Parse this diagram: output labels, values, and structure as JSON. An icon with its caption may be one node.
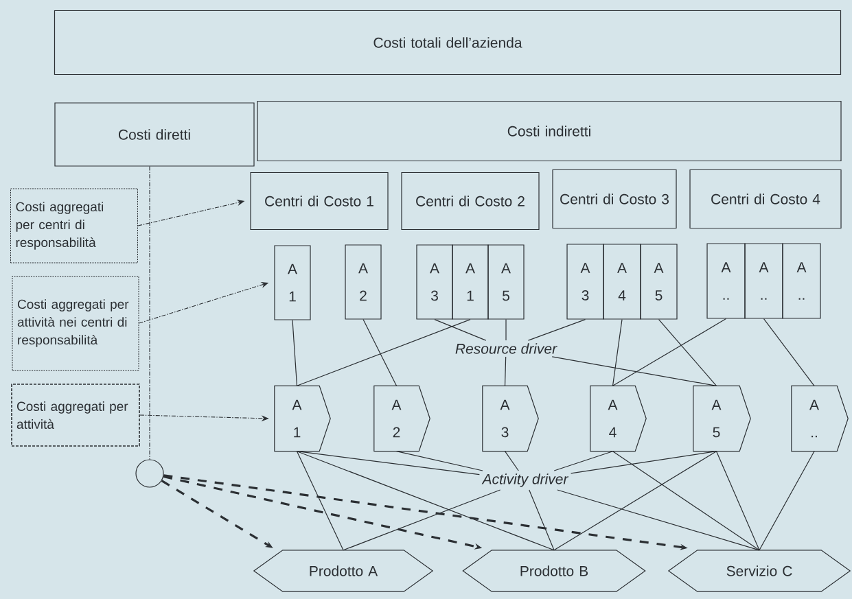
{
  "diagram": {
    "nodes": [
      {
        "text": [
          "Costi totali dell’azienda"
        ]
      },
      {
        "text": [
          "Costi diretti"
        ]
      },
      {
        "text": [
          "Costi indiretti"
        ]
      },
      {
        "text": [
          "Centri di Costo 1"
        ]
      },
      {
        "text": [
          "Centri di Costo 2"
        ]
      },
      {
        "text": [
          "Centri di Costo 3"
        ]
      },
      {
        "text": [
          "Centri di Costo 4"
        ]
      },
      {
        "text": [
          "A 1"
        ]
      },
      {
        "text": [
          "A 2"
        ]
      },
      {
        "text": [
          "A 3"
        ]
      },
      {
        "text": [
          "A 1"
        ]
      },
      {
        "text": [
          "A 5"
        ]
      },
      {
        "text": [
          "A 3"
        ]
      },
      {
        "text": [
          "A 4"
        ]
      },
      {
        "text": [
          "A 5"
        ]
      },
      {
        "text": [
          "A .."
        ]
      },
      {
        "text": [
          "A .."
        ]
      },
      {
        "text": [
          "A .."
        ]
      },
      {
        "text": [
          "A 1"
        ]
      },
      {
        "text": [
          "A 2"
        ]
      },
      {
        "text": [
          "A 3"
        ]
      },
      {
        "text": [
          "A 4"
        ]
      },
      {
        "text": [
          "A 5"
        ]
      },
      {
        "text": [
          "A .."
        ]
      },
      {
        "text": [
          "Prodotto A"
        ]
      },
      {
        "text": [
          "Prodotto B"
        ]
      },
      {
        "text": [
          "Servizio C"
        ]
      },
      {
        "text": [
          "Costi aggregati per centri di responsabilità"
        ]
      },
      {
        "text": [
          "Costi aggregati per attività nei centri di responsabilità"
        ]
      },
      {
        "text": [
          "Costi aggregati per attività"
        ]
      },
      {
        "text": [],
        "shape": "circle"
      },
      {
        "text": [
          "Resource driver"
        ]
      },
      {
        "text": [
          "Activity driver"
        ]
      }
    ],
    "edges": [
      {
        "from": 27,
        "to": 3,
        "arrow": "to",
        "style": "dashed"
      },
      {
        "from": 28,
        "to": 7,
        "arrow": "to",
        "style": "dashed"
      },
      {
        "from": 29,
        "to": 18,
        "arrow": "to",
        "style": "dashed"
      },
      {
        "from": 1,
        "to": 30,
        "arrow": "none",
        "style": "dashed"
      },
      {
        "from": 30,
        "to": 24,
        "arrow": "to",
        "style": "dashed"
      },
      {
        "from": 30,
        "to": 25,
        "arrow": "to",
        "style": "dashed"
      },
      {
        "from": 30,
        "to": 26,
        "arrow": "to",
        "style": "dashed"
      },
      {
        "from": 7,
        "to": 18,
        "arrow": "none"
      },
      {
        "from": 8,
        "to": 19,
        "arrow": "none"
      },
      {
        "from": 10,
        "to": 18,
        "arrow": "none"
      },
      {
        "from": 9,
        "to": 31,
        "arrow": "none"
      },
      {
        "from": 11,
        "to": 31,
        "arrow": "none"
      },
      {
        "from": 12,
        "to": 31,
        "arrow": "none"
      },
      {
        "from": 31,
        "to": 20,
        "arrow": "none"
      },
      {
        "from": 31,
        "to": 22,
        "arrow": "none"
      },
      {
        "from": 13,
        "to": 21,
        "arrow": "none"
      },
      {
        "from": 14,
        "to": 22,
        "arrow": "none"
      },
      {
        "from": 15,
        "to": 21,
        "arrow": "none"
      },
      {
        "from": 16,
        "to": 23,
        "arrow": "none"
      },
      {
        "from": 18,
        "to": 24,
        "arrow": "none"
      },
      {
        "from": 18,
        "to": 32,
        "arrow": "none"
      },
      {
        "from": 18,
        "to": 25,
        "arrow": "none"
      },
      {
        "from": 19,
        "to": 32,
        "arrow": "none"
      },
      {
        "from": 20,
        "to": 32,
        "arrow": "none"
      },
      {
        "from": 21,
        "to": 32,
        "arrow": "none"
      },
      {
        "from": 21,
        "to": 26,
        "arrow": "none"
      },
      {
        "from": 22,
        "to": 32,
        "arrow": "none"
      },
      {
        "from": 22,
        "to": 25,
        "arrow": "none"
      },
      {
        "from": 22,
        "to": 26,
        "arrow": "none"
      },
      {
        "from": 23,
        "to": 26,
        "arrow": "none"
      },
      {
        "from": 32,
        "to": 24,
        "arrow": "none"
      },
      {
        "from": 32,
        "to": 25,
        "arrow": "none"
      },
      {
        "from": 32,
        "to": 26,
        "arrow": "none"
      }
    ]
  }
}
